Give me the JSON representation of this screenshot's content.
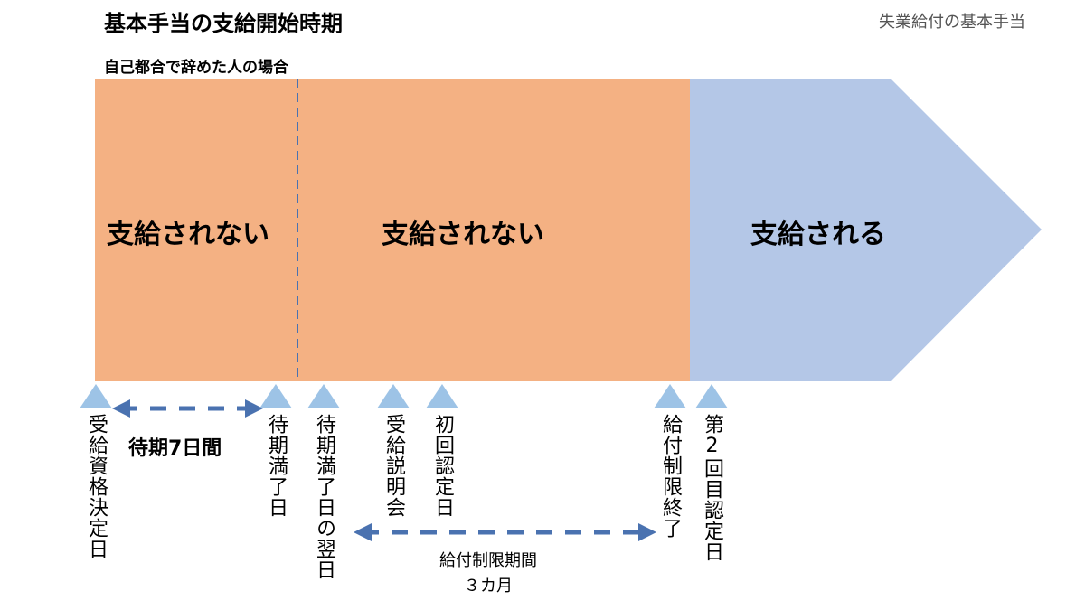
{
  "header": {
    "title": "基本手当の支給開始時期",
    "corner_label": "失業給付の基本手当",
    "subtitle": "自己都合で辞めた人の場合"
  },
  "zones": [
    {
      "label": "支給されない"
    },
    {
      "label": "支給されない"
    },
    {
      "label": "支給される"
    }
  ],
  "milestones": [
    {
      "label": "受給資格決定日"
    },
    {
      "label": "待期満了日"
    },
    {
      "label": "待期満了日の翌日"
    },
    {
      "label": "受給説明会"
    },
    {
      "label": "初回認定日"
    },
    {
      "label": "給付制限終了"
    },
    {
      "label": "第2回目認定日"
    }
  ],
  "spans": {
    "waiting": {
      "label": "待期7日間"
    },
    "restriction": {
      "label": "給付制限期間",
      "duration": "３カ月"
    }
  },
  "colors": {
    "not_paid": "#f4b183",
    "paid": "#b4c7e7",
    "marker": "#9dc3e6",
    "arrow": "#4a72b0"
  }
}
